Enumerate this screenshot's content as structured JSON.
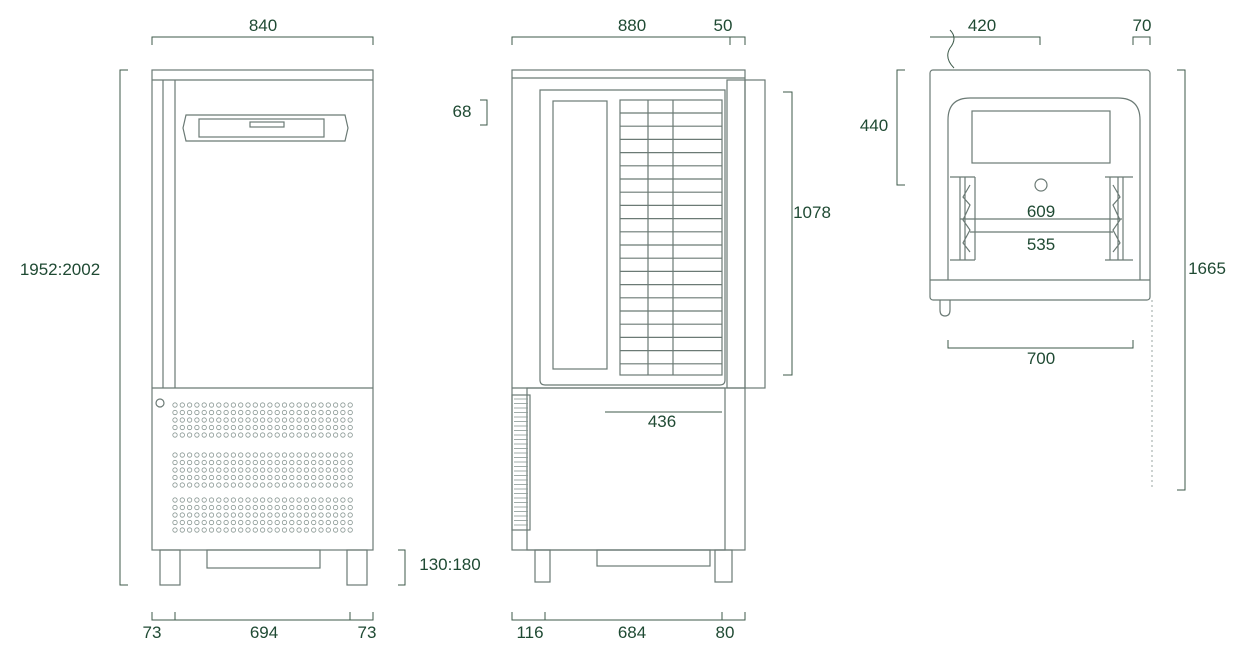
{
  "title": "Blast chiller dimensional drawing",
  "colors": {
    "line": "#6b7a75",
    "dimension": "#3d5a4a",
    "label": "#1f4a33"
  },
  "front_view": {
    "width": "840",
    "height": "1952:2002",
    "feet_height": "130:180",
    "bottom_left": "73",
    "bottom_middle": "694",
    "bottom_right": "73"
  },
  "side_view": {
    "depth": "880",
    "door_offset": "50",
    "top_gap": "68",
    "door_height": "1078",
    "inner_depth": "436",
    "bottom_left": "116",
    "bottom_middle": "684",
    "bottom_right": "80"
  },
  "open_view": {
    "left_width": "420",
    "right_offset": "70",
    "upper_height": "440",
    "total_height": "1665",
    "rail_outer": "609",
    "rail_inner": "535",
    "base_width": "700"
  }
}
